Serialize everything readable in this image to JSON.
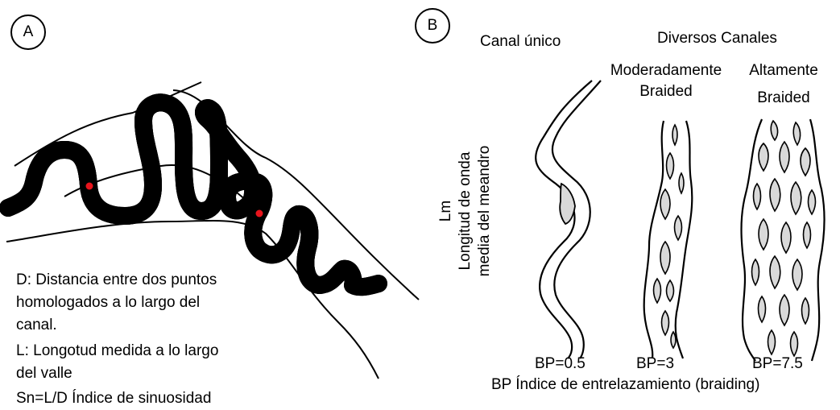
{
  "panel_a": {
    "letter": "A",
    "definition_d_line1": "D: Distancia entre dos puntos",
    "definition_d_line2": "homologados a lo largo del",
    "definition_d_line3": "canal.",
    "definition_l_line1": "L: Longotud medida a lo largo",
    "definition_l_line2": "del valle",
    "sinuosity": "Sn=L/D Índice de sinuosidad",
    "point_color": "#e8141c"
  },
  "panel_b": {
    "letter": "B",
    "single_channel_title": "Canal único",
    "multi_channel_title": "Diversos Canales",
    "moderately_line1": "Moderadamente",
    "moderately_line2": "Braided",
    "highly_line1": "Altamente",
    "highly_line2": "Braided",
    "axis_line1": "Lm",
    "axis_line2": "Longitud de onda",
    "axis_line3": "media del meandro",
    "bp_single": "BP=0.5",
    "bp_moderate": "BP=3",
    "bp_high": "BP=7.5",
    "bp_caption": "BP Índice de entrelazamiento (braiding)",
    "bar_fill": "#d9d9d9"
  }
}
